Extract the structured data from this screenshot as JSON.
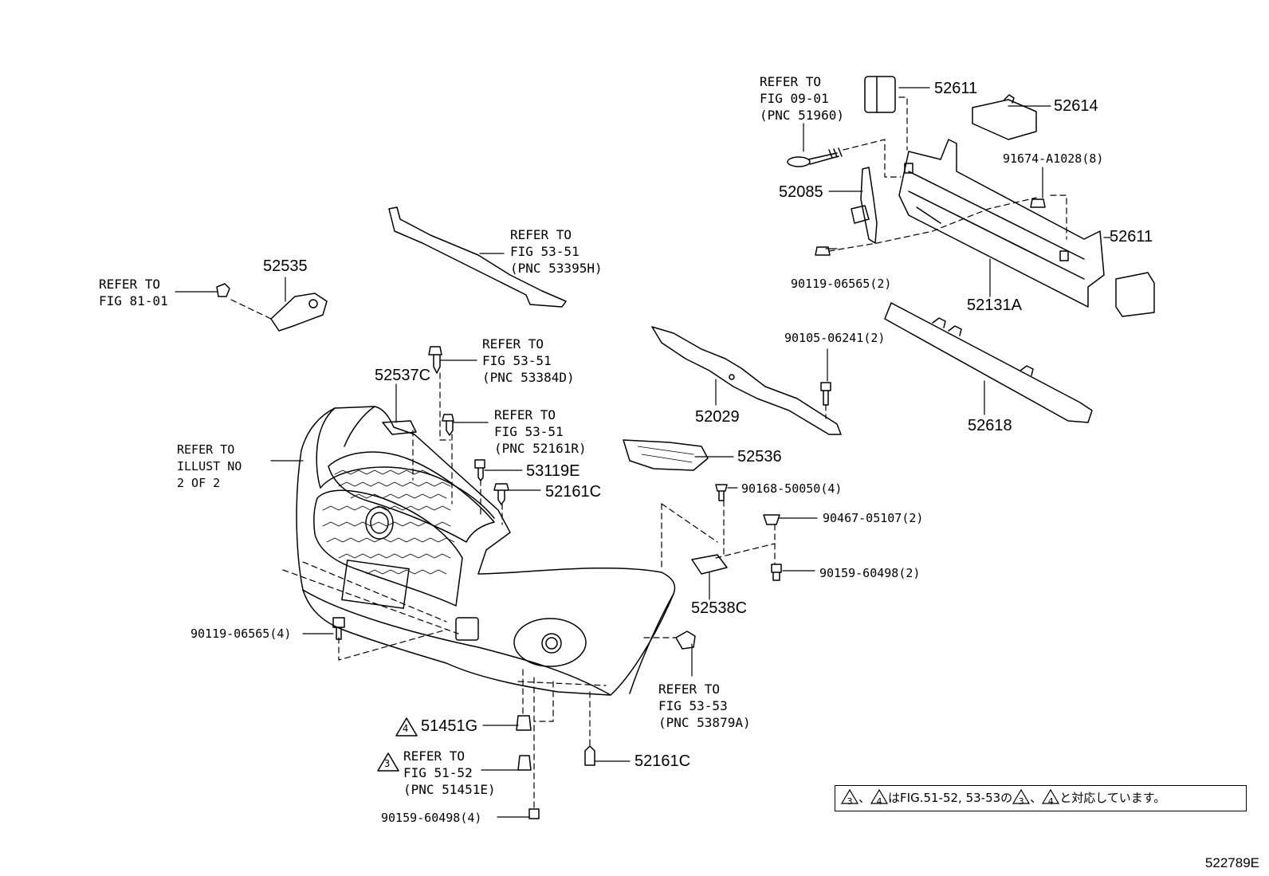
{
  "labels": {
    "refer_fig_09_01": "REFER TO\nFIG 09-01\n(PNC 51960)",
    "refer_fig_53_51_a": "REFER TO\nFIG 53-51\n(PNC 53395H)",
    "refer_fig_81_01": "REFER TO\nFIG 81-01",
    "refer_fig_53_51_b": "REFER TO\nFIG 53-51\n(PNC 53384D)",
    "refer_fig_53_51_c": "REFER TO\nFIG 53-51\n(PNC 52161R)",
    "refer_illust": "REFER TO\nILLUST NO\n2 OF 2",
    "refer_fig_53_53": "REFER TO\nFIG 53-53\n(PNC 53879A)",
    "refer_fig_51_52": "REFER TO\nFIG 51-52\n(PNC 51451E)"
  },
  "parts": {
    "p52611_top": "52611",
    "p52614": "52614",
    "p91674": "91674-A1028(8)",
    "p52085": "52085",
    "p52611_right": "52611",
    "p90119_2": "90119-06565(2)",
    "p52131A": "52131A",
    "p52535": "52535",
    "p90105": "90105-06241(2)",
    "p52537C": "52537C",
    "p52029": "52029",
    "p52618": "52618",
    "p53119E": "53119E",
    "p52161C_top": "52161C",
    "p52536": "52536",
    "p90168": "90168-50050(4)",
    "p90467": "90467-05107(2)",
    "p90159_2": "90159-60498(2)",
    "p52538C": "52538C",
    "p90119_4": "90119-06565(4)",
    "p51451G": "51451G",
    "p52161C_bottom": "52161C",
    "p90159_4": "90159-60498(4)"
  },
  "markers": {
    "tri4": "4",
    "tri3": "3"
  },
  "note": {
    "sep": "、",
    "text_mid": "はFIG.51-52, 53-53の",
    "text_end": "と対応しています。"
  },
  "figure_number": "522789E"
}
